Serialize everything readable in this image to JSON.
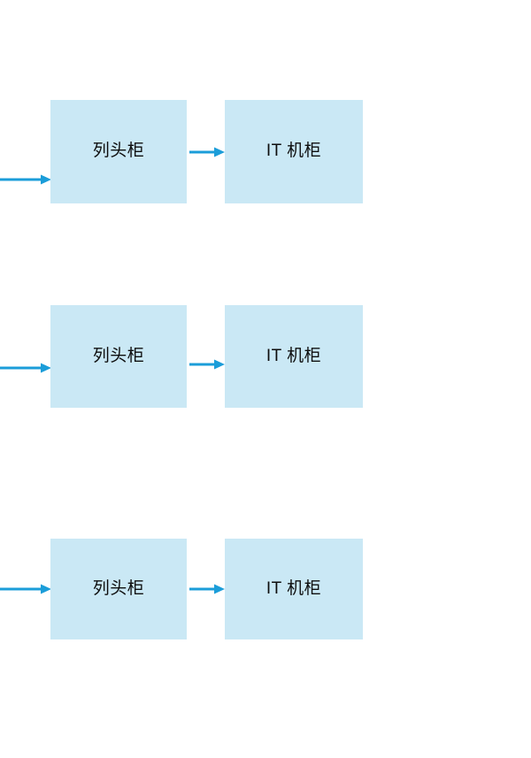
{
  "diagram": {
    "type": "flow",
    "background_color": "#ffffff",
    "node_fill_color": "#cae8f5",
    "node_text_color": "#0d0d0d",
    "arrow_color": "#1b9dd9",
    "rows": [
      {
        "id": "row-1",
        "incoming_arrow": {
          "name": "incoming-arrow",
          "direction": "right"
        },
        "nodes": [
          {
            "id": "head-cabinet-1",
            "label": "列头柜"
          },
          {
            "id": "it-cabinet-1",
            "label": "IT 机柜"
          }
        ],
        "connector_arrow": {
          "name": "connector-arrow",
          "direction": "right"
        }
      },
      {
        "id": "row-2",
        "incoming_arrow": {
          "name": "incoming-arrow",
          "direction": "right"
        },
        "nodes": [
          {
            "id": "head-cabinet-2",
            "label": "列头柜"
          },
          {
            "id": "it-cabinet-2",
            "label": "IT 机柜"
          }
        ],
        "connector_arrow": {
          "name": "connector-arrow",
          "direction": "right"
        }
      },
      {
        "id": "row-3",
        "incoming_arrow": {
          "name": "incoming-arrow",
          "direction": "right"
        },
        "nodes": [
          {
            "id": "head-cabinet-3",
            "label": "列头柜"
          },
          {
            "id": "it-cabinet-3",
            "label": "IT 机柜"
          }
        ],
        "connector_arrow": {
          "name": "connector-arrow",
          "direction": "right"
        }
      }
    ]
  }
}
